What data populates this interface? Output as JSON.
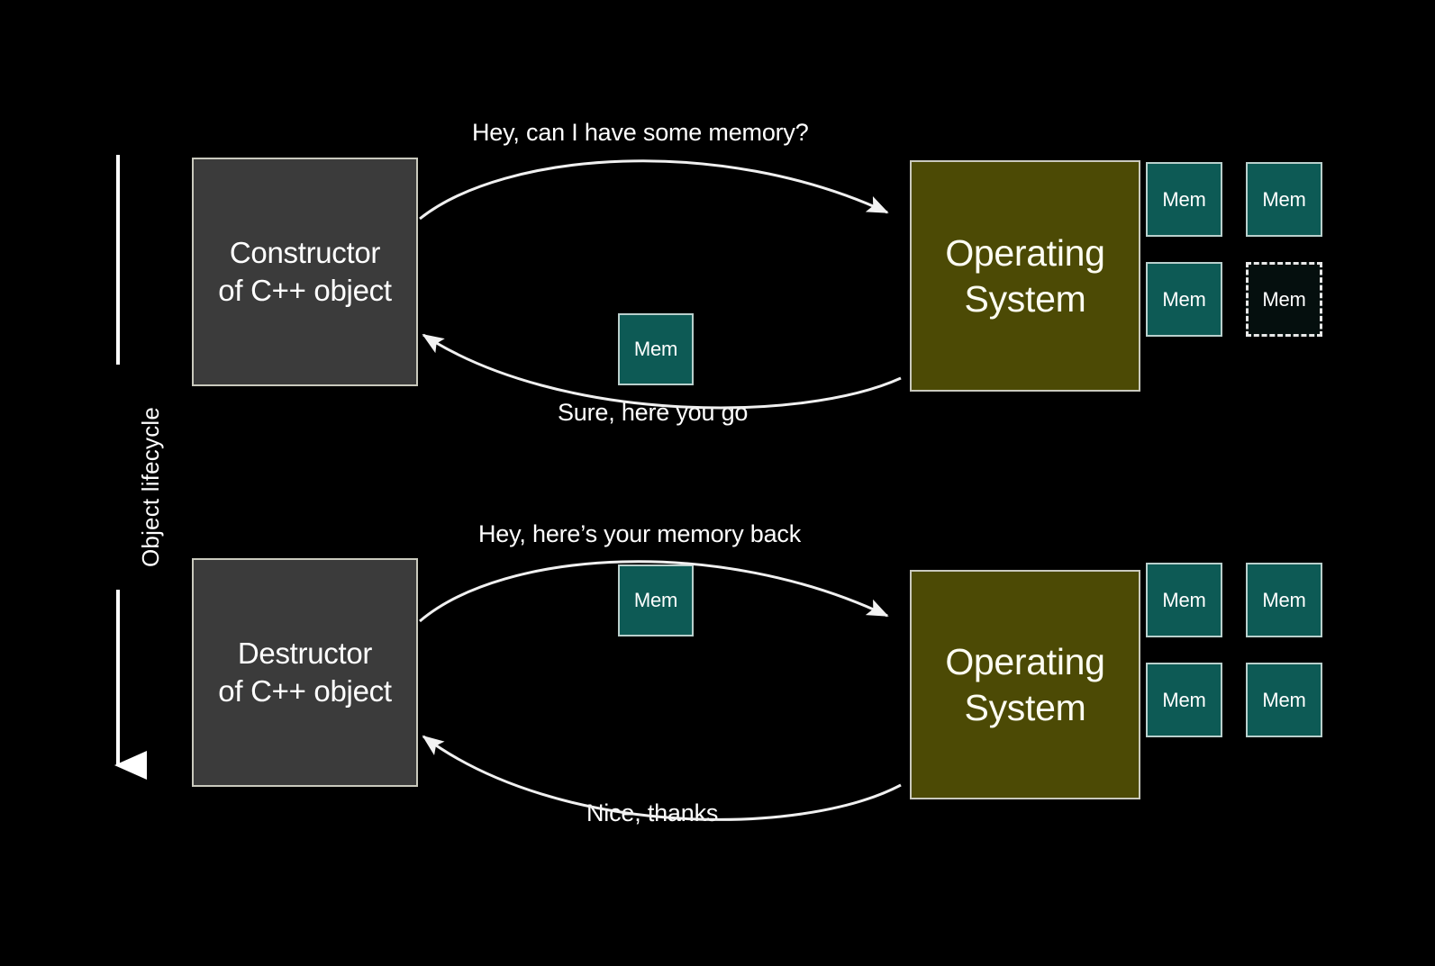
{
  "slide": {
    "background_color": "#000000",
    "axis_label": "Object lifecycle"
  },
  "colors": {
    "process_box": "#3b3b3b",
    "os_box": "#4c4a05",
    "memory_block": "#0d5a55",
    "memory_block_empty": "#050f0e",
    "border": "#c9c9bd",
    "text": "#ffffff"
  },
  "phases": [
    {
      "id": "construction",
      "actor_label": "Constructor\nof C++ object",
      "os_label": "Operating\nSystem",
      "request_caption": "Hey, can I have some memory?",
      "response_caption": "Sure, here you go",
      "transit_block_label": "Mem",
      "pool": [
        {
          "label": "Mem",
          "state": "allocated"
        },
        {
          "label": "Mem",
          "state": "allocated"
        },
        {
          "label": "Mem",
          "state": "allocated"
        },
        {
          "label": "Mem",
          "state": "free"
        }
      ]
    },
    {
      "id": "destruction",
      "actor_label": "Destructor\nof C++ object",
      "os_label": "Operating\nSystem",
      "request_caption": "Hey, here’s your memory back",
      "response_caption": "Nice, thanks",
      "transit_block_label": "Mem",
      "pool": [
        {
          "label": "Mem",
          "state": "allocated"
        },
        {
          "label": "Mem",
          "state": "allocated"
        },
        {
          "label": "Mem",
          "state": "allocated"
        },
        {
          "label": "Mem",
          "state": "allocated"
        }
      ]
    }
  ]
}
